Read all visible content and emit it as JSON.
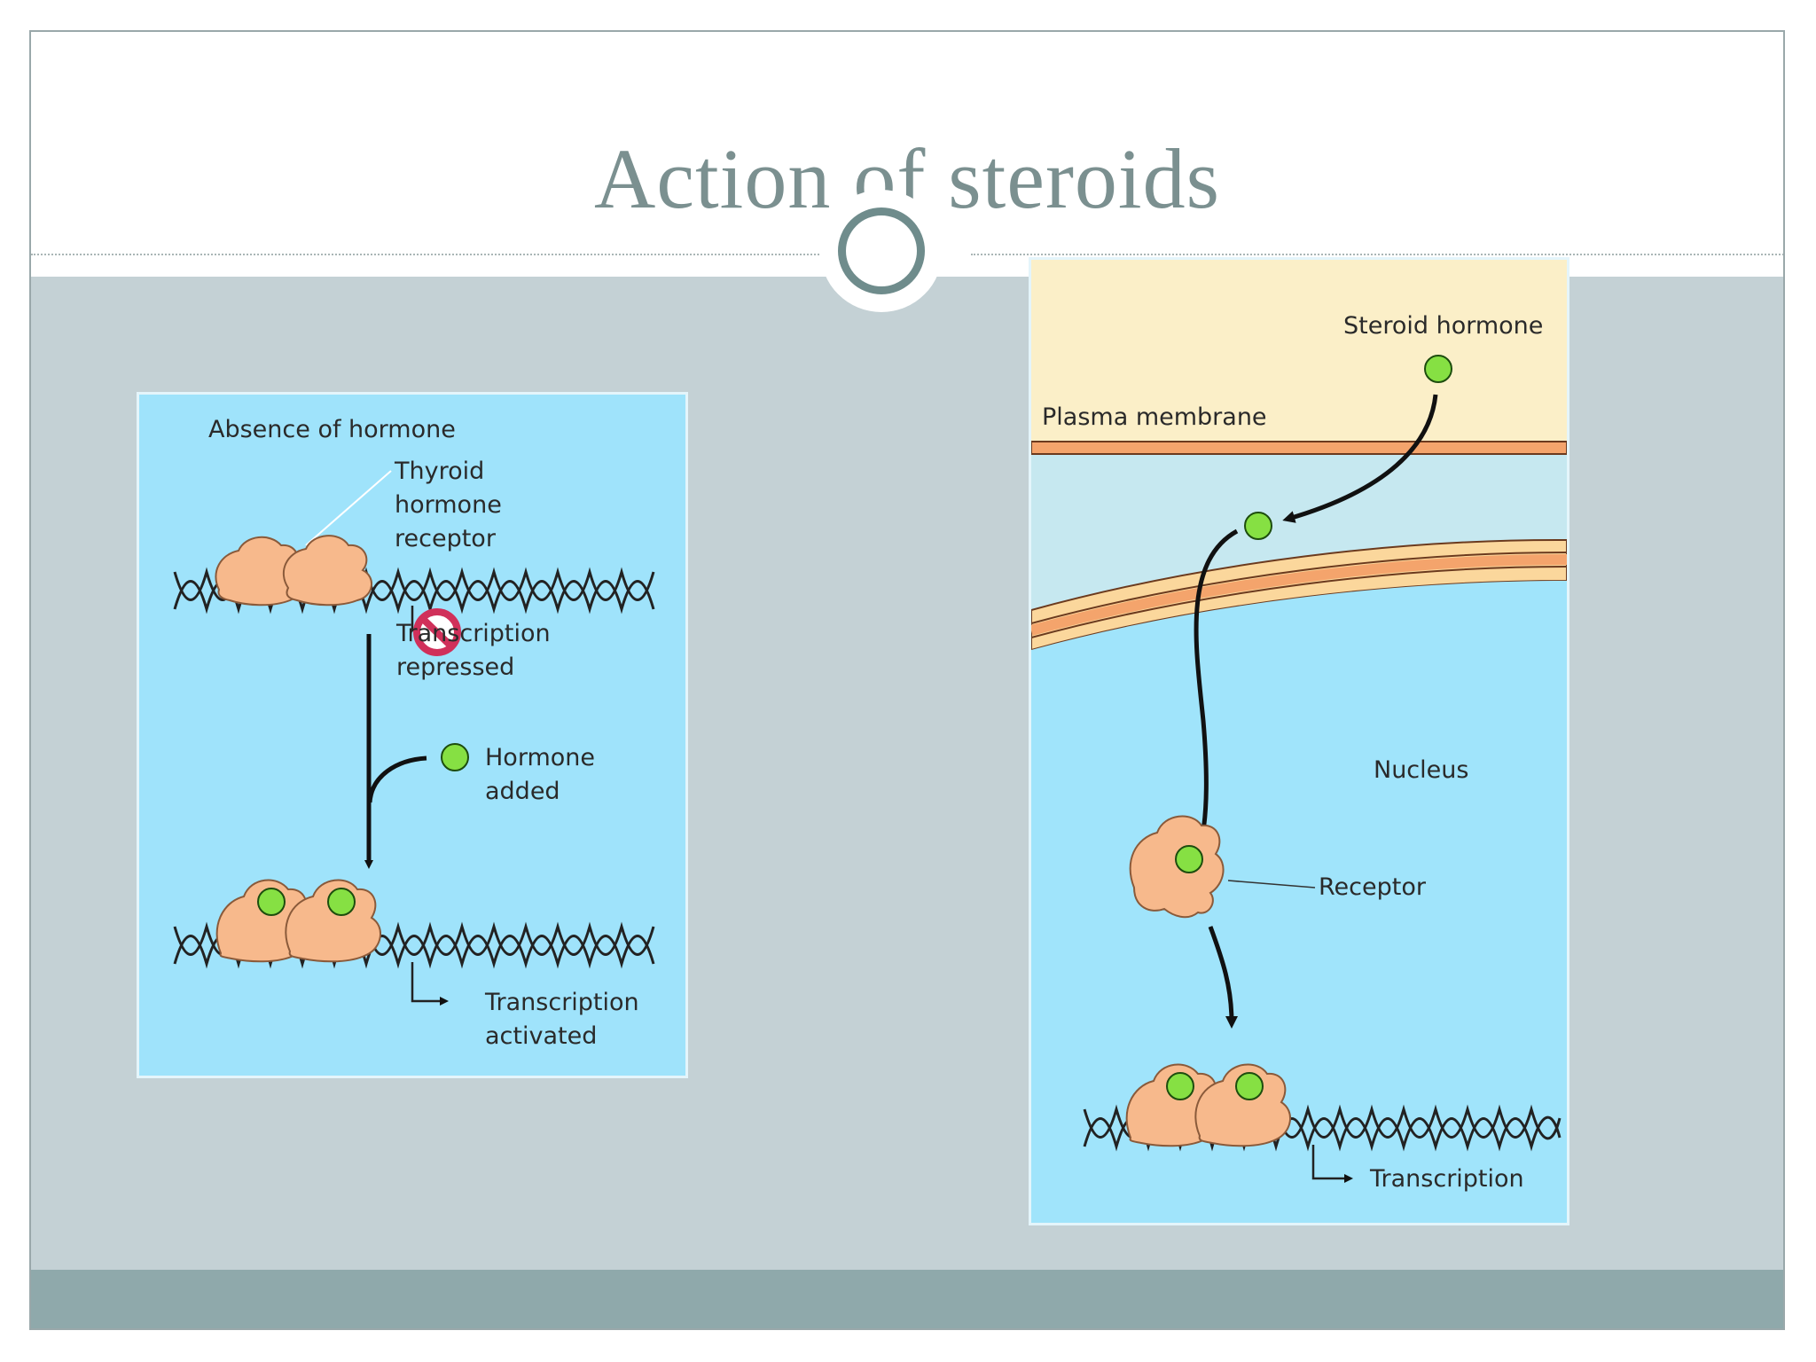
{
  "slide": {
    "title": "Action of steroids"
  },
  "thyroid_panel": {
    "heading": "Absence of hormone",
    "receptor_label": [
      "Thyroid",
      "hormone",
      "receptor"
    ],
    "repressed_label": [
      "Transcription",
      "repressed"
    ],
    "hormone_added_label": [
      "Hormone",
      "added"
    ],
    "activated_label": [
      "Transcription",
      "activated"
    ]
  },
  "steroid_panel": {
    "hormone_label": "Steroid hormone",
    "membrane_label": "Plasma membrane",
    "nucleus_label": "Nucleus",
    "receptor_label": "Receptor",
    "transcription_label": "Transcription"
  },
  "colors": {
    "title_text": "#7b9090",
    "content_bg": "#c4d1d5",
    "footer_bar": "#8fa9ab",
    "panel_bg": "#9fe3fb",
    "cytoplasm": "#c6e8f0",
    "extracellular": "#fbefc8",
    "receptor_protein": "#f7b98c",
    "hormone": "#86e043",
    "membrane": "#f4a46c",
    "repress_symbol": "#d0305a"
  }
}
